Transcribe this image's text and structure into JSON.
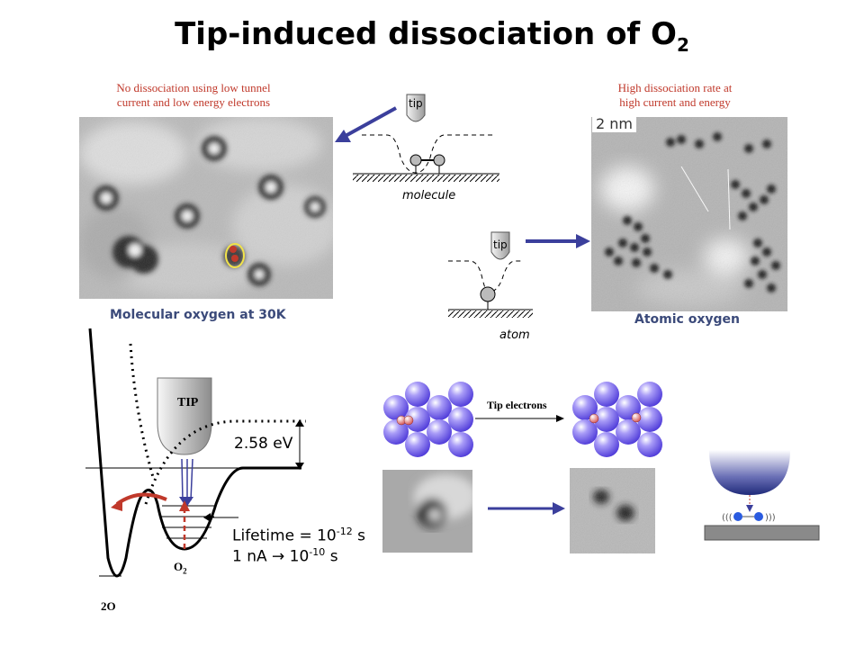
{
  "title": "Tip-induced dissociation of O",
  "title_subscript": "2",
  "note_left": "No dissociation using low tunnel\ncurrent and low energy electrons",
  "note_right": "High dissociation rate at\nhigh current and energy",
  "caption_left": "Molecular oxygen at 30K",
  "caption_right": "Atomic oxygen",
  "scale_bar": "2 nm",
  "diagram_top": {
    "tip": "tip",
    "label": "molecule"
  },
  "diagram_bottom": {
    "tip": "tip",
    "label": "atom"
  },
  "energy": {
    "tip_label": "TIP",
    "barrier": "2.58 eV",
    "lifetime_line1": "Lifetime = 10",
    "lifetime_exp1": "-12",
    "lifetime_unit1": " s",
    "lifetime_line2_a": "1 nA ",
    "lifetime_line2_b": " 10",
    "lifetime_exp2": "-10",
    "lifetime_unit2": " s",
    "well_o2": "O",
    "well_o2_sub": "2",
    "well_2o": "2O"
  },
  "lattice": {
    "arrow_label": "Tip electrons"
  },
  "colors": {
    "accent_red": "#c0392b",
    "caption_blue": "#3b4a7a",
    "arrow_blue": "#3b3f9c",
    "sphere": "#8a7bf0"
  }
}
